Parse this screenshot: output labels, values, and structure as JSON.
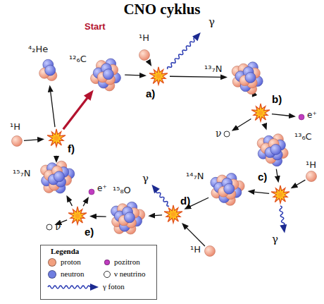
{
  "diagram": {
    "title": "CNO cyklus",
    "nodes": [
      {
        "text": [
          "¹²₆C"
        ]
      },
      {
        "text": [
          "¹H"
        ]
      },
      {
        "text": [
          "a)"
        ]
      },
      {
        "text": [
          "¹³₇N"
        ]
      },
      {
        "text": [
          "b)"
        ]
      },
      {
        "text": [
          "e⁺"
        ]
      },
      {
        "text": [
          "ν"
        ]
      },
      {
        "text": [
          "¹³₆C"
        ]
      },
      {
        "text": [
          "¹H"
        ]
      },
      {
        "text": [
          "c)"
        ]
      },
      {
        "text": [
          "¹⁴₇N"
        ]
      },
      {
        "text": [
          "¹H"
        ]
      },
      {
        "text": [
          "d)"
        ]
      },
      {
        "text": [
          "¹⁵₈O"
        ]
      },
      {
        "text": [
          "e)"
        ]
      },
      {
        "text": [
          "e⁺"
        ]
      },
      {
        "text": [
          "ν"
        ]
      },
      {
        "text": [
          "¹⁵₇N"
        ]
      },
      {
        "text": [
          "¹H"
        ]
      },
      {
        "text": [
          "f)"
        ]
      },
      {
        "text": [
          "⁴₂He"
        ]
      }
    ],
    "edges": [
      {
        "from": 0,
        "to": 2,
        "arrow": "to"
      },
      {
        "from": 1,
        "to": 2,
        "arrow": "to"
      },
      {
        "from": 2,
        "to": 3,
        "arrow": "to"
      },
      {
        "from": 3,
        "to": 4,
        "arrow": "to"
      },
      {
        "from": 4,
        "to": 5,
        "arrow": "to"
      },
      {
        "from": 4,
        "to": 6,
        "arrow": "to"
      },
      {
        "from": 4,
        "to": 7,
        "arrow": "to"
      },
      {
        "from": 7,
        "to": 9,
        "arrow": "to"
      },
      {
        "from": 8,
        "to": 9,
        "arrow": "to"
      },
      {
        "from": 9,
        "to": 10,
        "arrow": "to"
      },
      {
        "from": 10,
        "to": 12,
        "arrow": "to"
      },
      {
        "from": 11,
        "to": 12,
        "arrow": "to"
      },
      {
        "from": 12,
        "to": 13,
        "arrow": "to"
      },
      {
        "from": 13,
        "to": 14,
        "arrow": "to"
      },
      {
        "from": 14,
        "to": 15,
        "arrow": "to"
      },
      {
        "from": 14,
        "to": 16,
        "arrow": "to"
      },
      {
        "from": 14,
        "to": 17,
        "arrow": "to"
      },
      {
        "from": 17,
        "to": 19,
        "arrow": "to"
      },
      {
        "from": 18,
        "to": 19,
        "arrow": "to"
      },
      {
        "from": 19,
        "to": 20,
        "arrow": "to"
      },
      {
        "from": 19,
        "to": 0,
        "arrow": "to"
      }
    ],
    "labels": [
      "Start",
      "γ",
      "γ",
      "γ",
      "Legenda"
    ],
    "legend": [
      {
        "text": "proton",
        "color": "#f2a07f"
      },
      {
        "text": "pozitron",
        "color": "#c03cc0"
      },
      {
        "text": "neutron",
        "color": "#6f7de0"
      },
      {
        "text": "ν neutrino"
      },
      {
        "text": "γ foton"
      }
    ]
  }
}
